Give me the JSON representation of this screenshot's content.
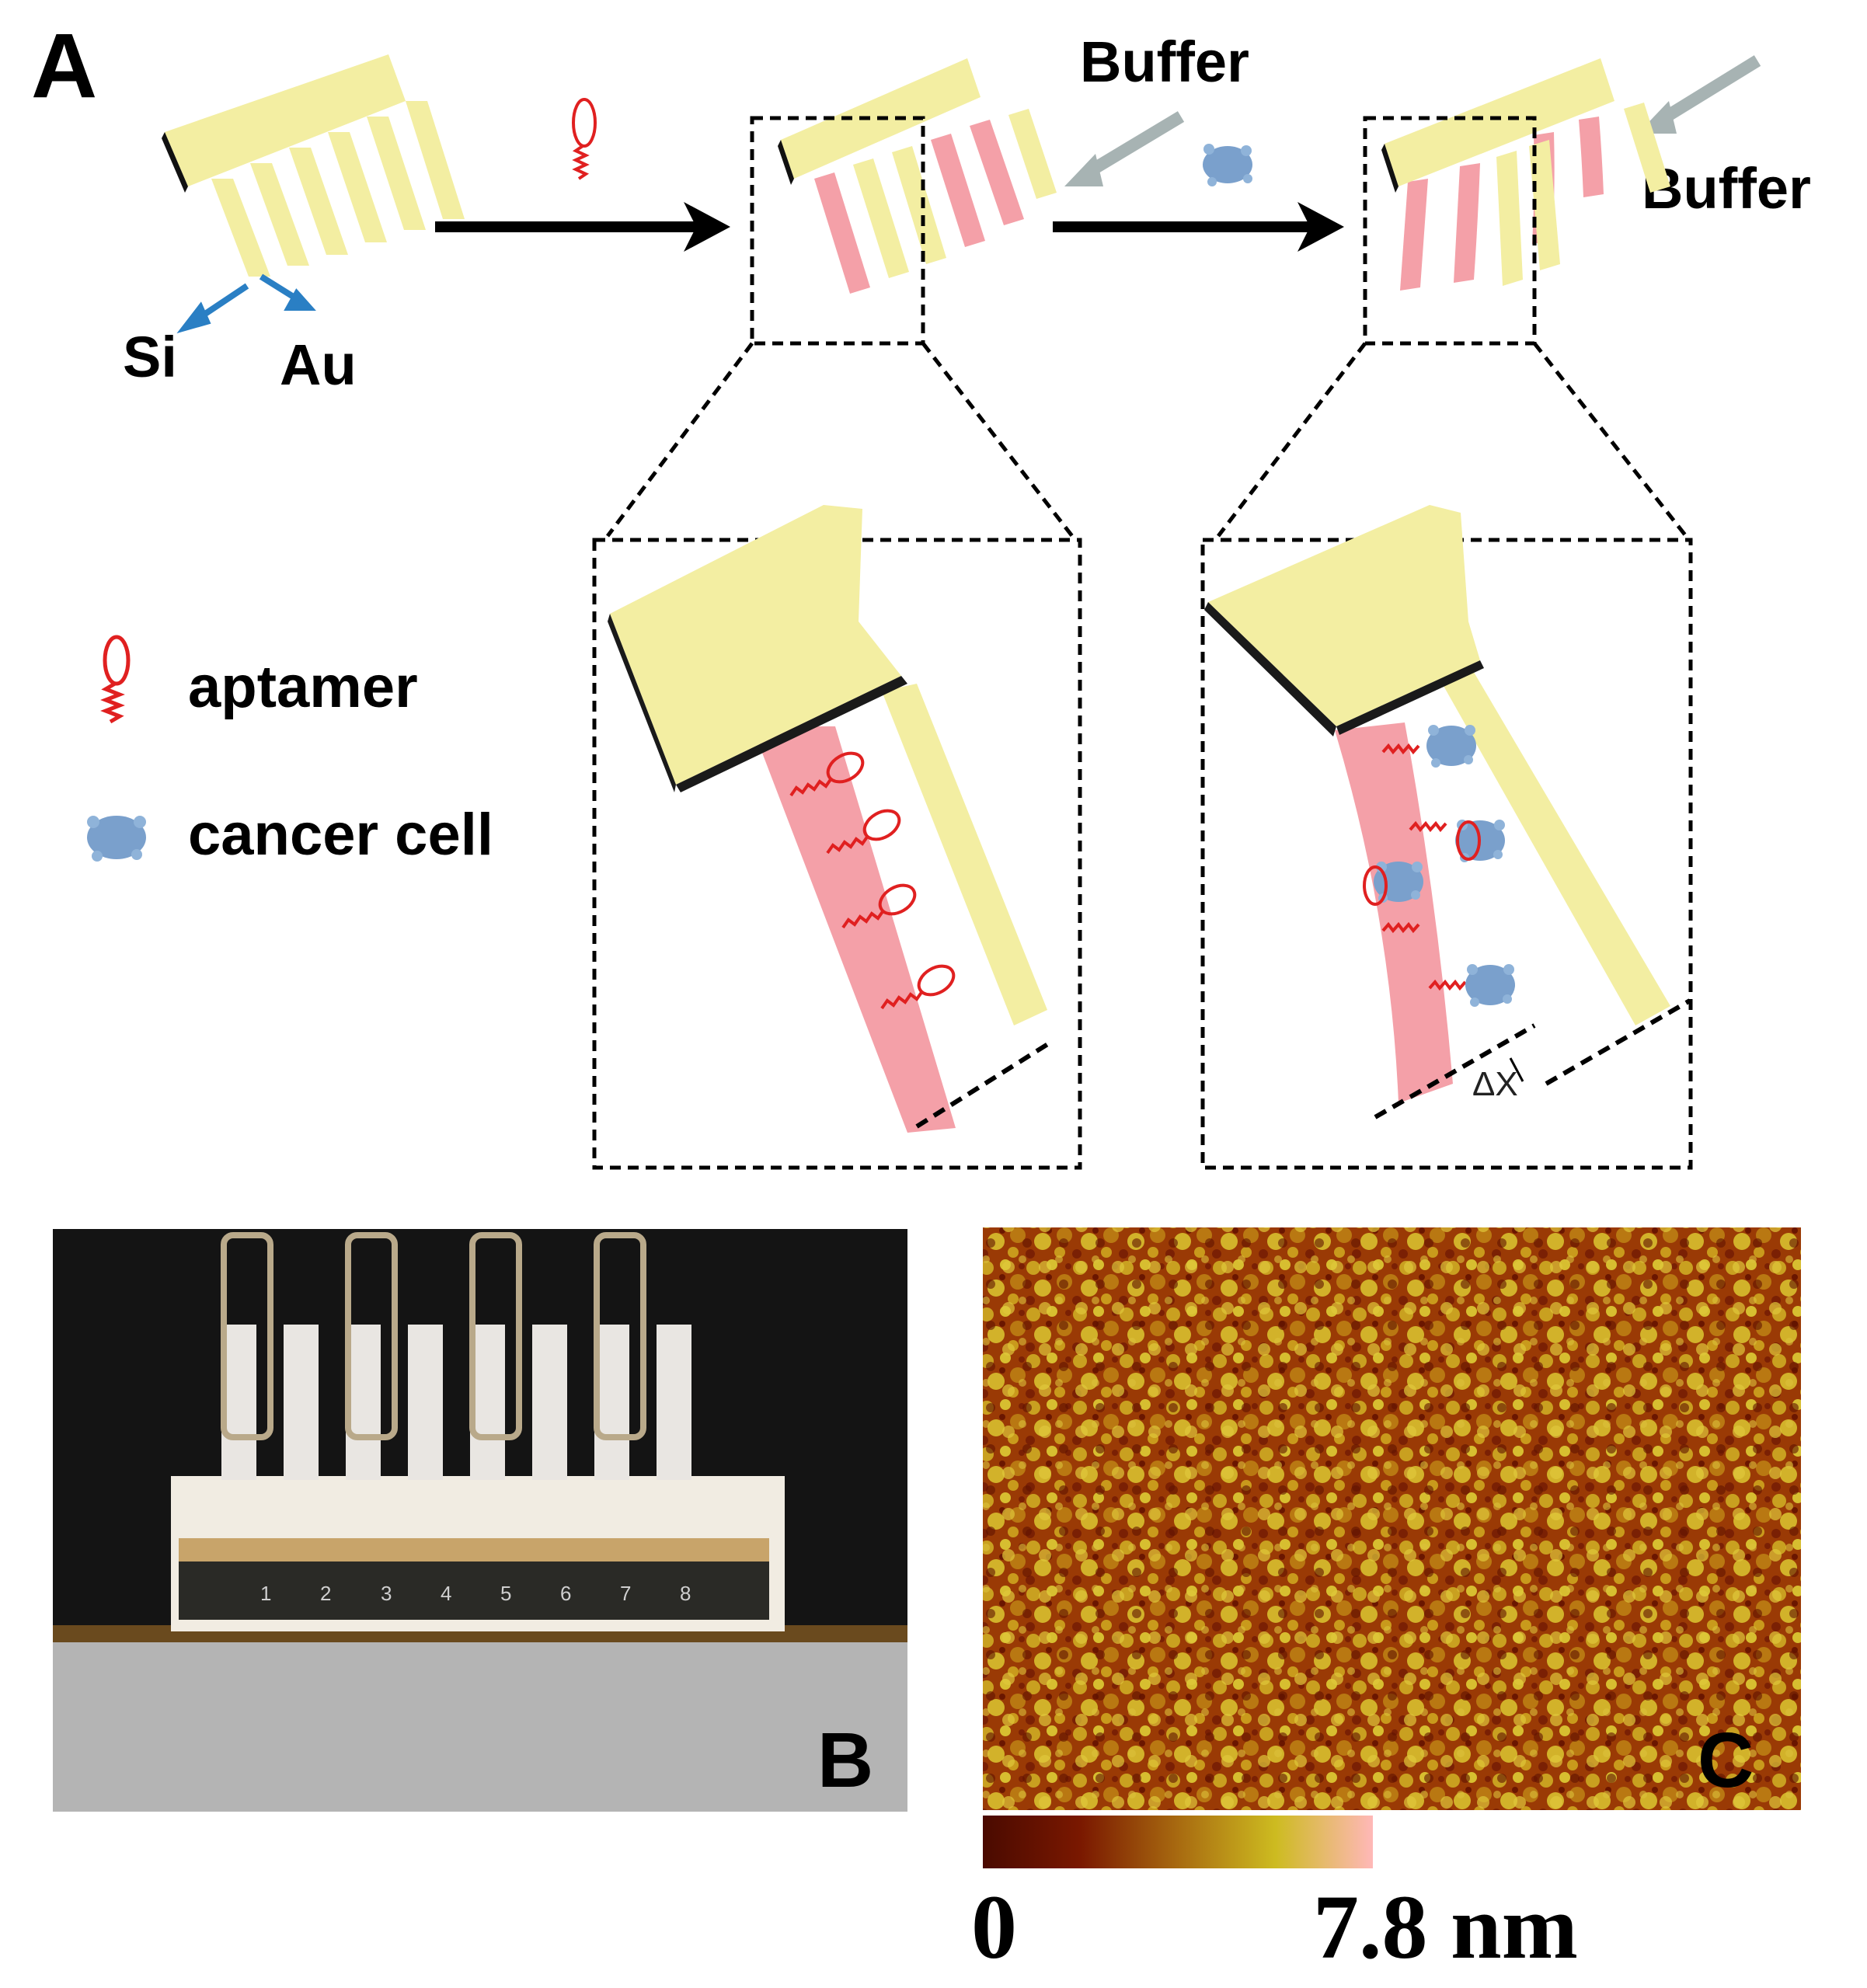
{
  "panels": {
    "a": "A",
    "b": "B",
    "c": "C"
  },
  "materials": {
    "si": "Si",
    "au": "Au"
  },
  "buffer_labels": [
    "Buffer",
    "Buffer"
  ],
  "legend": {
    "aptamer": "aptamer",
    "cancer_cell": "cancer cell"
  },
  "deflection_label": "ΔX",
  "chip_numbers": [
    "1",
    "2",
    "3",
    "4",
    "5",
    "6",
    "7",
    "8"
  ],
  "colorbar": {
    "min_label": "0",
    "max_label": "7.8 nm",
    "colors": [
      "#4a0a00",
      "#7a1800",
      "#a86a10",
      "#cdbb20",
      "#ffb8b8"
    ]
  },
  "colors": {
    "gold_cantilever": "#f3eea2",
    "aptamer_coated": "#f4a0a8",
    "aptamer_line": "#e02020",
    "cancer_cell": "#7aa0cc",
    "arrow_blue": "#2a7fc4",
    "arrow_gray": "#a7b3b3"
  }
}
